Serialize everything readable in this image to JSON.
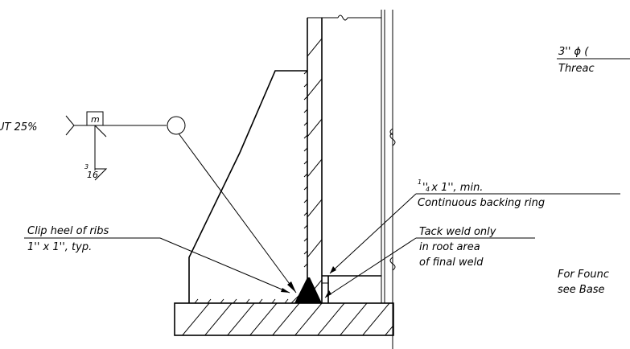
{
  "weld_symbol": {
    "ut_label": "UT 25%",
    "m_label": "m",
    "size_num": "3",
    "size_den": "16"
  },
  "callouts": {
    "clip_line1": "Clip heel of ribs",
    "clip_line2": "1'' x 1'', typ.",
    "backing_num": "1",
    "backing_den": "4",
    "backing_line1_rest": "'' x 1'', min.",
    "backing_line2": "Continuous backing ring",
    "tack_line1": "Tack weld only",
    "tack_line2": "in root area",
    "tack_line3": "of final weld",
    "thread_line1": "3'' ϕ (",
    "thread_line2": "Threac",
    "foundation_line1": "For Founc",
    "foundation_line2": "see Base"
  }
}
